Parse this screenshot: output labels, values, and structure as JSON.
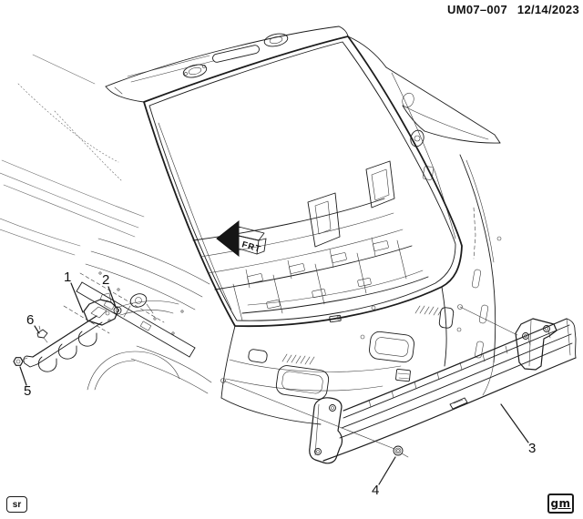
{
  "header": {
    "doc_number": "UM07–007",
    "date": "12/14/2023"
  },
  "diagram": {
    "direction_label": "FRT",
    "callouts": [
      {
        "number": "1"
      },
      {
        "number": "2"
      },
      {
        "number": "3"
      },
      {
        "number": "4"
      },
      {
        "number": "5"
      },
      {
        "number": "6"
      }
    ]
  },
  "footer": {
    "author_badge": "sr",
    "brand_badge": "gm"
  },
  "colors": {
    "line": "#1c1c1c",
    "background": "#ffffff"
  }
}
